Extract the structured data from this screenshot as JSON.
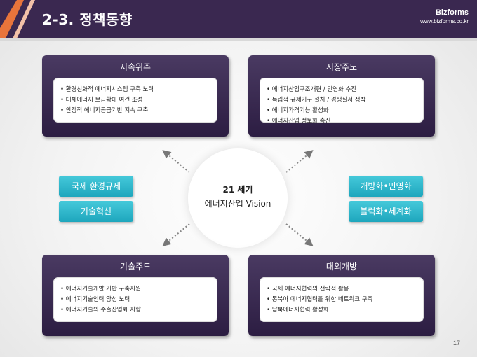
{
  "header": {
    "title": "2-3. 정책동향",
    "brand": "Bizforms",
    "url": "www.bizforms.co.kr"
  },
  "panels": [
    {
      "title": "지속위주",
      "items": [
        "환경친화적 에너지시스템 구축 노력",
        "대체에너지 보급확대 여건 조성",
        "안정적 에너지공급기반 지속 구축"
      ]
    },
    {
      "title": "시장주도",
      "items": [
        "에너지산업구조개편 / 민영화 추진",
        "독립적 규제기구 설치 / 경쟁질서 정착",
        "에너지가격기능 활성화",
        "에너지산업 정보화 촉진"
      ]
    },
    {
      "title": "기술주도",
      "items": [
        "에너지기술개발 기반 구축지원",
        "에너지기술인력 양성 노력",
        "에너지기술의 수출산업화 지향"
      ]
    },
    {
      "title": "대외개방",
      "items": [
        "국제 에너지협력의 전략적 활용",
        "동북아 에너지협력을 위한 네트워크 구축",
        "남북에너지협력 활성화"
      ]
    }
  ],
  "center": {
    "line1": "21 세기",
    "line2": "에너지산업 Vision"
  },
  "tags": {
    "left": [
      "국제 환경규제",
      "기술혁신"
    ],
    "right": [
      "개방화•민영화",
      "블럭화•세계화"
    ]
  },
  "colors": {
    "header": "#3a2850",
    "accent_orange": "#e8743b",
    "panel": "#3a2a52",
    "tag": "#2bb5ca"
  },
  "page_number": "17"
}
